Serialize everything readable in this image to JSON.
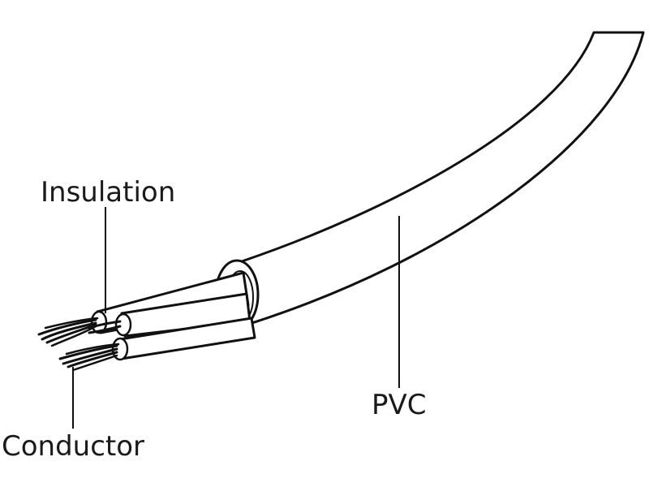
{
  "labels": {
    "insulation": "Insulation",
    "pvc": "PVC",
    "conductor": "Conductor"
  },
  "colors": {
    "stroke": "#111111",
    "fill": "#ffffff",
    "text": "#1a1a1a"
  }
}
